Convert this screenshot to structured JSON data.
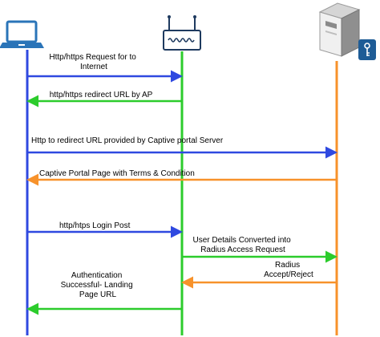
{
  "participants": [
    {
      "key": "client",
      "icon": "laptop-icon",
      "color": "#2f49e0"
    },
    {
      "key": "access-point",
      "icon": "wireless-router-icon",
      "color": "#2ccc2c"
    },
    {
      "key": "captive-portal-server",
      "icon": "server-with-key-icon",
      "color": "#f7922b"
    }
  ],
  "messages": [
    {
      "from": "client",
      "to": "access-point",
      "color": "#2f49e0",
      "label_lines": [
        "Http/https Request for  to",
        "Internet"
      ]
    },
    {
      "from": "access-point",
      "to": "client",
      "color": "#2ccc2c",
      "label_lines": [
        "http/https redirect URL by AP"
      ]
    },
    {
      "from": "client",
      "to": "captive-portal-server",
      "color": "#2f49e0",
      "label_lines": [
        "Http to redirect URL provided by Captive portal Server"
      ]
    },
    {
      "from": "captive-portal-server",
      "to": "client",
      "color": "#f7922b",
      "label_lines": [
        "Captive Portal Page with Terms & Condition"
      ]
    },
    {
      "from": "client",
      "to": "access-point",
      "color": "#2f49e0",
      "label_lines": [
        "http/htps   Login Post"
      ]
    },
    {
      "from": "access-point",
      "to": "captive-portal-server",
      "color": "#2ccc2c",
      "label_lines": [
        "User Details Converted into",
        "Radius Access Request"
      ]
    },
    {
      "from": "captive-portal-server",
      "to": "access-point",
      "color": "#f7922b",
      "label_lines": [
        "Radius",
        "Accept/Reject"
      ]
    },
    {
      "from": "access-point",
      "to": "client",
      "color": "#2ccc2c",
      "label_lines": [
        "Authentication",
        "Successful- Landing",
        "Page URL"
      ]
    }
  ]
}
